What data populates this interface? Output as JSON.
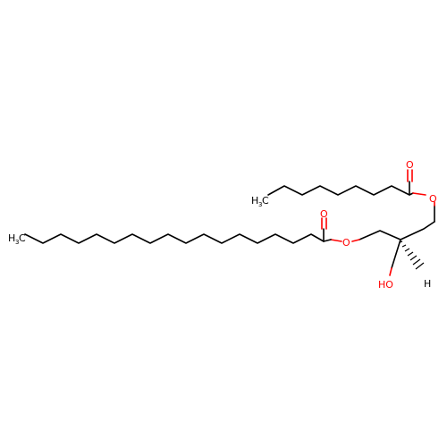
{
  "molecule": {
    "atom_labels": {
      "ch3_top": "H",
      "ch3_top_sub": "3",
      "ch3_top_c": "C",
      "ch3_left": "H",
      "ch3_left_sub": "3",
      "ch3_left_c": "C",
      "o_carbonyl_top": "O",
      "o_ester_top": "O",
      "o_carbonyl_left": "O",
      "o_ester_left": "O",
      "hydroxyl": "HO",
      "h_stereo": "H"
    },
    "colors": {
      "bond": "#000000",
      "oxygen": "#ff0000",
      "background": "#ffffff"
    }
  }
}
